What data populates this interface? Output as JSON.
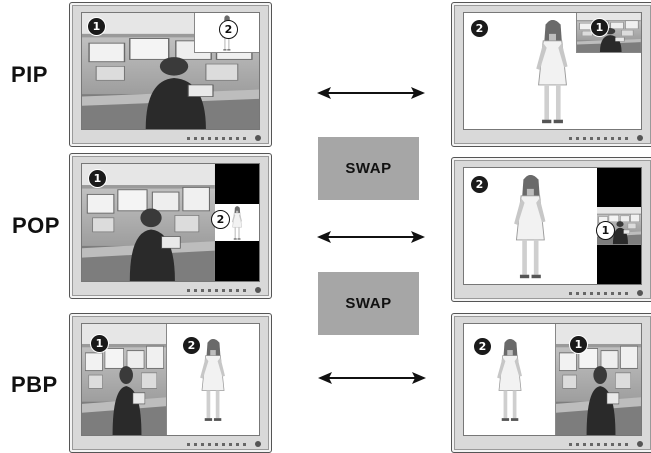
{
  "rows": [
    {
      "id": "pip",
      "label": "PIP"
    },
    {
      "id": "pop",
      "label": "POP"
    },
    {
      "id": "pbp",
      "label": "PBP"
    }
  ],
  "swap_buttons": [
    {
      "label": "SWAP"
    },
    {
      "label": "SWAP"
    }
  ],
  "badges": {
    "one": "1",
    "two": "2"
  },
  "icons": {
    "arrow": "double-headed-arrow",
    "source_one": "office-scene",
    "source_two": "standing-woman"
  }
}
